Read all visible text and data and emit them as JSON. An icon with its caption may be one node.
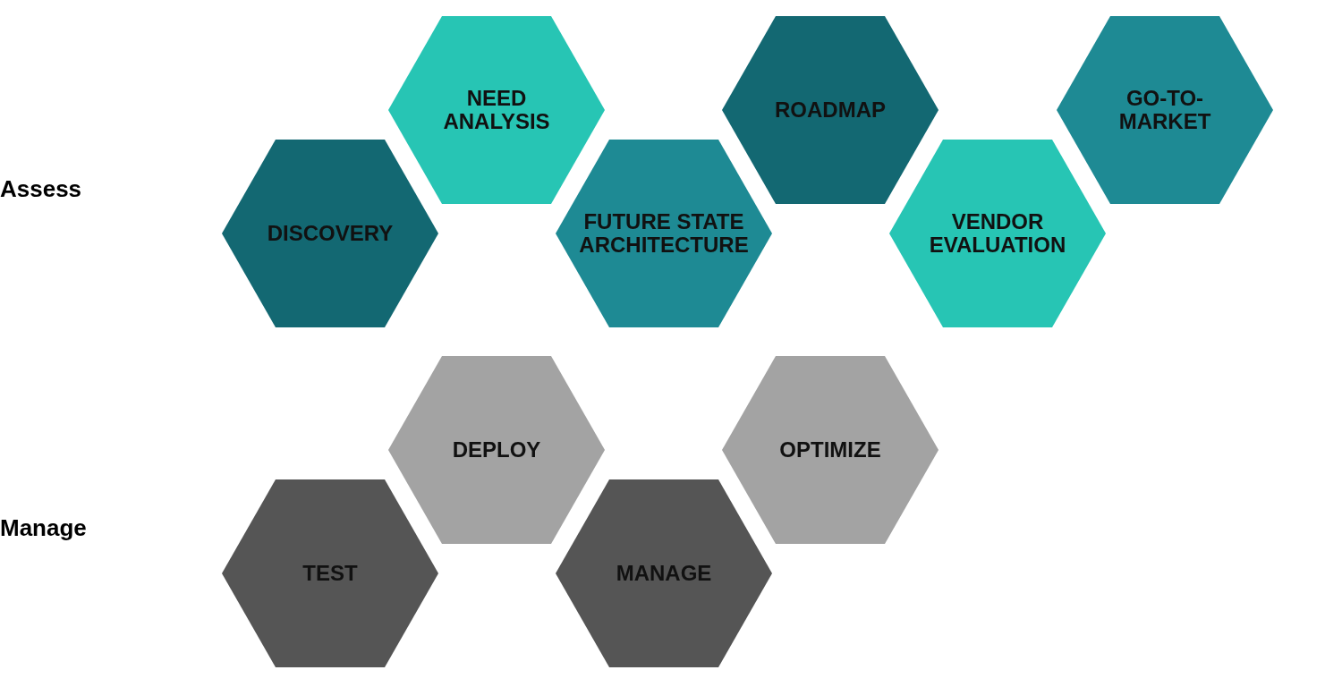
{
  "diagram": {
    "nodes": [
      {
        "text": [
          "DISCOVERY"
        ]
      },
      {
        "text": [
          "NEED ANALYSIS"
        ]
      },
      {
        "text": [
          "FUTURE STATE ARCHITECTURE"
        ]
      },
      {
        "text": [
          "ROADMAP"
        ]
      },
      {
        "text": [
          "VENDOR EVALUATION"
        ]
      },
      {
        "text": [
          "GO-TO-MARKET"
        ]
      },
      {
        "text": [
          "TEST"
        ]
      },
      {
        "text": [
          "DEPLOY"
        ]
      },
      {
        "text": [
          "MANAGE"
        ]
      },
      {
        "text": [
          "OPTIMIZE"
        ]
      }
    ],
    "edges": [],
    "labels": [
      "Assess",
      "Manage"
    ]
  }
}
